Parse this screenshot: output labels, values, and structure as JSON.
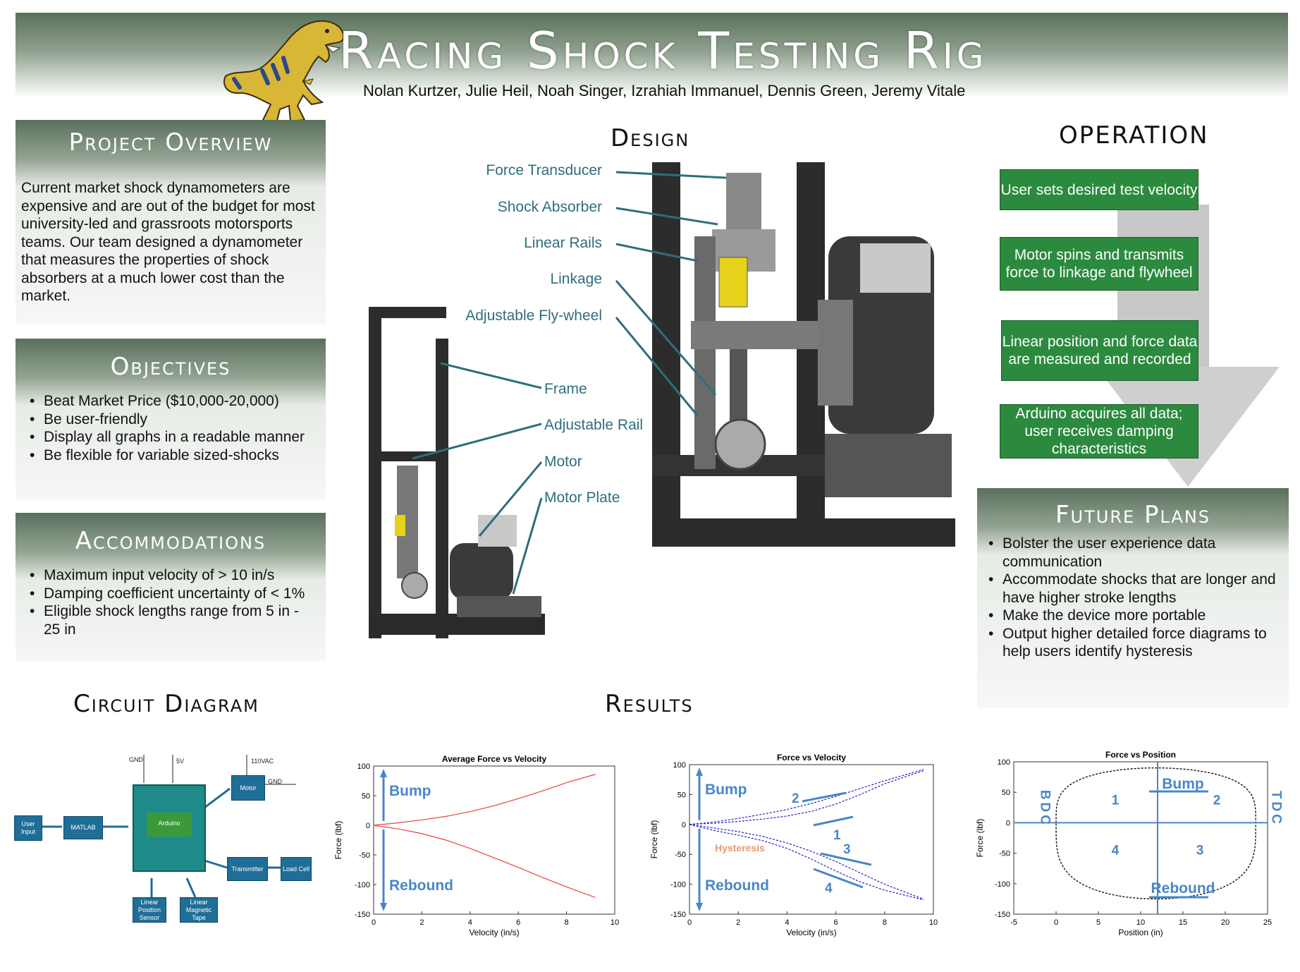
{
  "header": {
    "title": "Racing Shock Testing Rig",
    "authors": "Nolan Kurtzer, Julie Heil, Noah Singer, Izrahiah Immanuel, Dennis Green, Jeremy Vitale"
  },
  "overview": {
    "title": "Project Overview",
    "text": "Current market shock dynamometers are expensive and are out of the budget for most university-led and grassroots motorsports teams. Our team designed a dynamometer that measures the properties of shock absorbers at a much lower cost than the market."
  },
  "objectives": {
    "title": "Objectives",
    "items": [
      "Beat Market Price ($10,000-20,000)",
      "Be user-friendly",
      "Display all graphs in a readable manner",
      "Be flexible for variable sized-shocks"
    ]
  },
  "accommodations": {
    "title": "Accommodations",
    "items": [
      "Maximum input velocity of > 10 in/s",
      "Damping coefficient uncertainty of < 1%",
      "Eligible shock lengths range from 5 in - 25 in"
    ]
  },
  "design": {
    "title": "Design",
    "labels": [
      "Force Transducer",
      "Shock Absorber",
      "Linear Rails",
      "Linkage",
      "Adjustable Fly-wheel",
      "Frame",
      "Adjustable Rail",
      "Motor",
      "Motor Plate"
    ]
  },
  "operation": {
    "title": "OPERATION",
    "steps": [
      "User sets desired test velocity",
      "Motor spins and transmits force to linkage and flywheel",
      "Linear position and force data are measured and recorded",
      "Arduino acquires all data; user receives damping characteristics"
    ]
  },
  "future": {
    "title": "Future Plans",
    "items": [
      "Bolster the user experience data communication",
      "Accommodate shocks that are longer and have higher stroke lengths",
      "Make the device more portable",
      "Output higher detailed force diagrams to help users identify hysteresis"
    ]
  },
  "circuit": {
    "title": "Circuit Diagram",
    "boxes": {
      "user": "User Input",
      "matlab": "MATLAB",
      "arduino": "Arduino",
      "motor": "Motor",
      "transmitter": "Transmitter",
      "load": "Load Cell",
      "lps": "Linear Position Sensor",
      "lmt": "Linear Magnetic Tape"
    },
    "rails": {
      "gnd": "GND",
      "v5": "5V",
      "vac": "110VAC",
      "gnd2": "GND"
    }
  },
  "results": {
    "title": "Results"
  },
  "chart_data": [
    {
      "type": "line",
      "title": "Average Force vs Velocity",
      "xlabel": "Velocity (in/s)",
      "ylabel": "Force (lbf)",
      "xlim": [
        0,
        10
      ],
      "ylim": [
        -150,
        100
      ],
      "xticks": [
        0,
        2,
        4,
        6,
        8,
        10
      ],
      "yticks": [
        100,
        50,
        0,
        -50,
        -100,
        -150
      ],
      "color": "#e8433a",
      "series": [
        {
          "x": [
            0,
            1,
            2,
            3,
            4,
            5,
            6,
            7,
            8,
            9.2
          ],
          "y": [
            0,
            4,
            9,
            15,
            23,
            33,
            45,
            58,
            72,
            86
          ]
        },
        {
          "x": [
            0,
            1,
            2,
            3,
            4,
            5,
            6,
            7,
            8,
            9.2
          ],
          "y": [
            0,
            -6,
            -14,
            -25,
            -39,
            -55,
            -71,
            -88,
            -104,
            -122
          ]
        }
      ],
      "annotations": {
        "bump": "Bump",
        "rebound": "Rebound"
      }
    },
    {
      "type": "line",
      "title": "Force vs Velocity",
      "xlabel": "Velocity (in/s)",
      "ylabel": "Force (lbf)",
      "xlim": [
        0,
        10
      ],
      "ylim": [
        -150,
        100
      ],
      "xticks": [
        0,
        2,
        4,
        6,
        8,
        10
      ],
      "yticks": [
        100,
        50,
        0,
        -50,
        -100,
        -150
      ],
      "color": "#2222cc",
      "series": [
        {
          "x": [
            0,
            1,
            2,
            3,
            4,
            5,
            6,
            7,
            8,
            9.6
          ],
          "y": [
            0,
            4,
            10,
            17,
            25,
            35,
            47,
            60,
            73,
            92
          ]
        },
        {
          "x": [
            0,
            1,
            2,
            3,
            4,
            5,
            6,
            7,
            8,
            9.6
          ],
          "y": [
            0,
            2,
            5,
            9,
            14,
            22,
            34,
            50,
            68,
            90
          ]
        },
        {
          "x": [
            0,
            1,
            2,
            3,
            4,
            5,
            6,
            7,
            8,
            9.6
          ],
          "y": [
            0,
            -6,
            -12,
            -20,
            -31,
            -45,
            -62,
            -81,
            -100,
            -125
          ]
        },
        {
          "x": [
            0,
            1,
            2,
            3,
            4,
            5,
            6,
            7,
            8,
            9.6
          ],
          "y": [
            0,
            -10,
            -18,
            -27,
            -40,
            -58,
            -78,
            -96,
            -110,
            -126
          ]
        }
      ],
      "annotations": {
        "bump": "Bump",
        "rebound": "Rebound",
        "hysteresis": "Hysteresis",
        "n1": "1",
        "n2": "2",
        "n3": "3",
        "n4": "4"
      }
    },
    {
      "type": "line",
      "title": "Force vs Position",
      "xlabel": "Position (in)",
      "ylabel": "Force (lbf)",
      "xlim": [
        -5,
        25
      ],
      "ylim": [
        -150,
        100
      ],
      "xticks": [
        -5,
        0,
        5,
        10,
        15,
        20,
        25
      ],
      "yticks": [
        100,
        50,
        0,
        -50,
        -100,
        -150
      ],
      "color": "#111111",
      "annotations": {
        "bump": "Bump",
        "rebound": "Rebound",
        "bdc": "BDC",
        "tdc": "TDC",
        "q1": "1",
        "q2": "2",
        "q3": "3",
        "q4": "4"
      }
    }
  ]
}
